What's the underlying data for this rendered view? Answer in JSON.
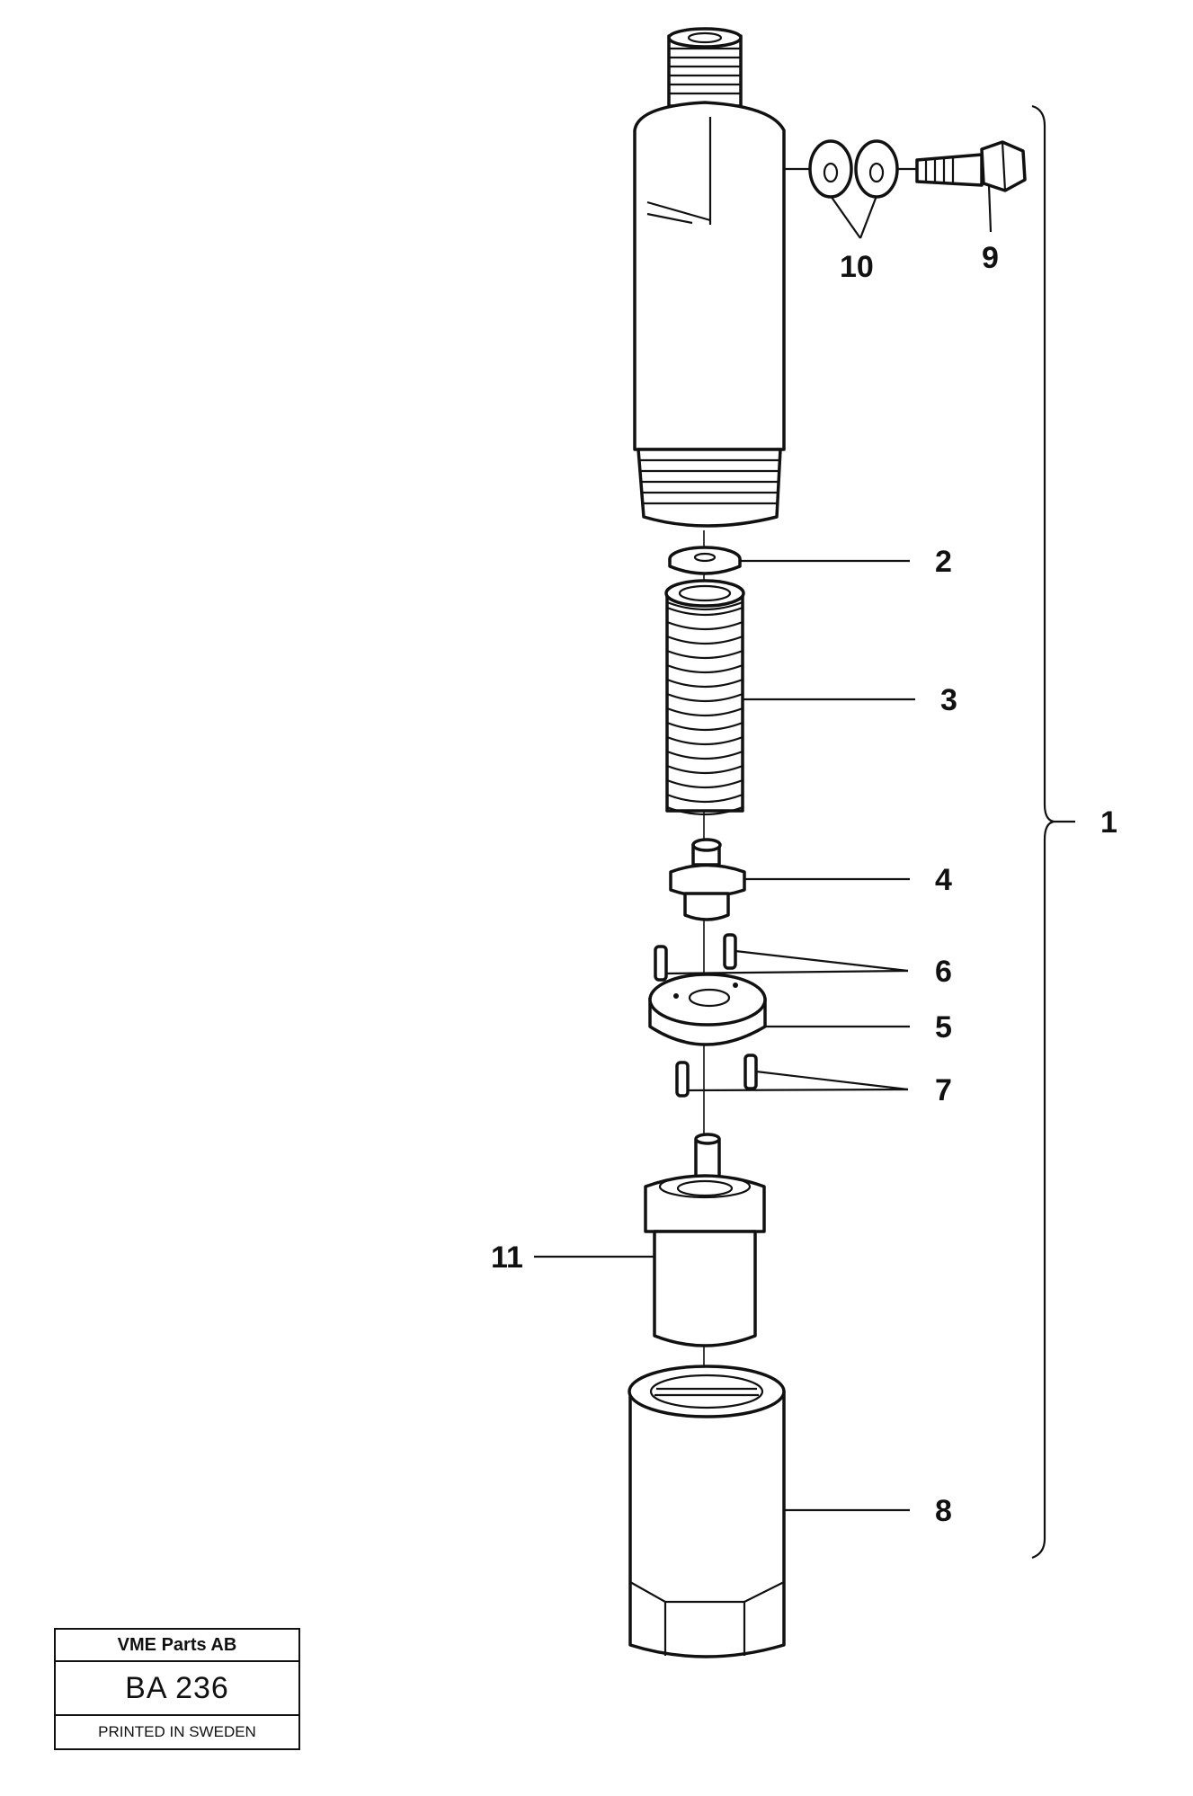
{
  "diagram": {
    "callouts": [
      {
        "id": "1",
        "label": "1"
      },
      {
        "id": "2",
        "label": "2"
      },
      {
        "id": "3",
        "label": "3"
      },
      {
        "id": "4",
        "label": "4"
      },
      {
        "id": "5",
        "label": "5"
      },
      {
        "id": "6",
        "label": "6"
      },
      {
        "id": "7",
        "label": "7"
      },
      {
        "id": "8",
        "label": "8"
      },
      {
        "id": "9",
        "label": "9"
      },
      {
        "id": "10",
        "label": "10"
      },
      {
        "id": "11",
        "label": "11"
      }
    ]
  },
  "title_block": {
    "company": "VME Parts AB",
    "drawing_code": "BA 236",
    "printed": "PRINTED IN SWEDEN"
  }
}
